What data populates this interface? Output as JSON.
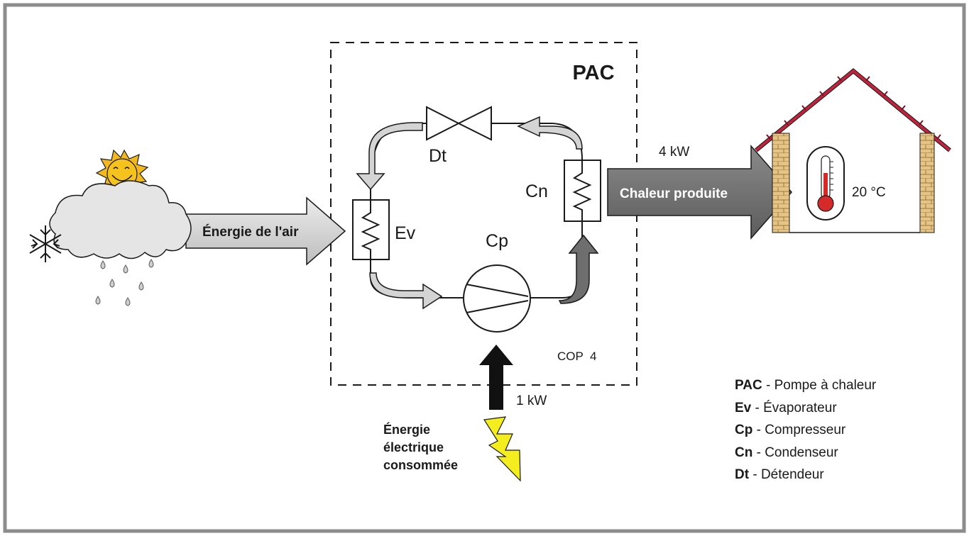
{
  "diagram": {
    "pac_title": "PAC",
    "labels": {
      "dt": "Dt",
      "cn": "Cn",
      "ev": "Ev",
      "cp": "Cp",
      "cop": "COP  4",
      "power_out": "4 kW",
      "power_in": "1 kW",
      "temperature": "20 °C"
    },
    "arrows": {
      "air_energy": "Énergie de l'air",
      "heat_produced": "Chaleur produite"
    },
    "electric_energy_lines": [
      "Énergie",
      "électrique",
      "consommée"
    ]
  },
  "legend": [
    {
      "abbr": "PAC",
      "text": " - Pompe à chaleur"
    },
    {
      "abbr": "Ev",
      "text": " - Évaporateur"
    },
    {
      "abbr": "Cp",
      "text": " - Compresseur"
    },
    {
      "abbr": "Cn",
      "text": " - Condenseur"
    },
    {
      "abbr": "Dt",
      "text": " - Détendeur"
    }
  ],
  "colors": {
    "frame": "#8c8c8c",
    "roof": "#c0243c",
    "brick": "#e6c488",
    "thermometer": "#d42a2a",
    "sun": "#f2b81e",
    "arrow_light": "#d4d4d4",
    "arrow_dark": "#707070",
    "lightning": "#f5ee1e"
  },
  "icons": [
    "sun-icon",
    "cloud-icon",
    "snowflake-icon",
    "raindrop-icon",
    "house-icon",
    "thermometer-icon",
    "lightning-icon"
  ]
}
